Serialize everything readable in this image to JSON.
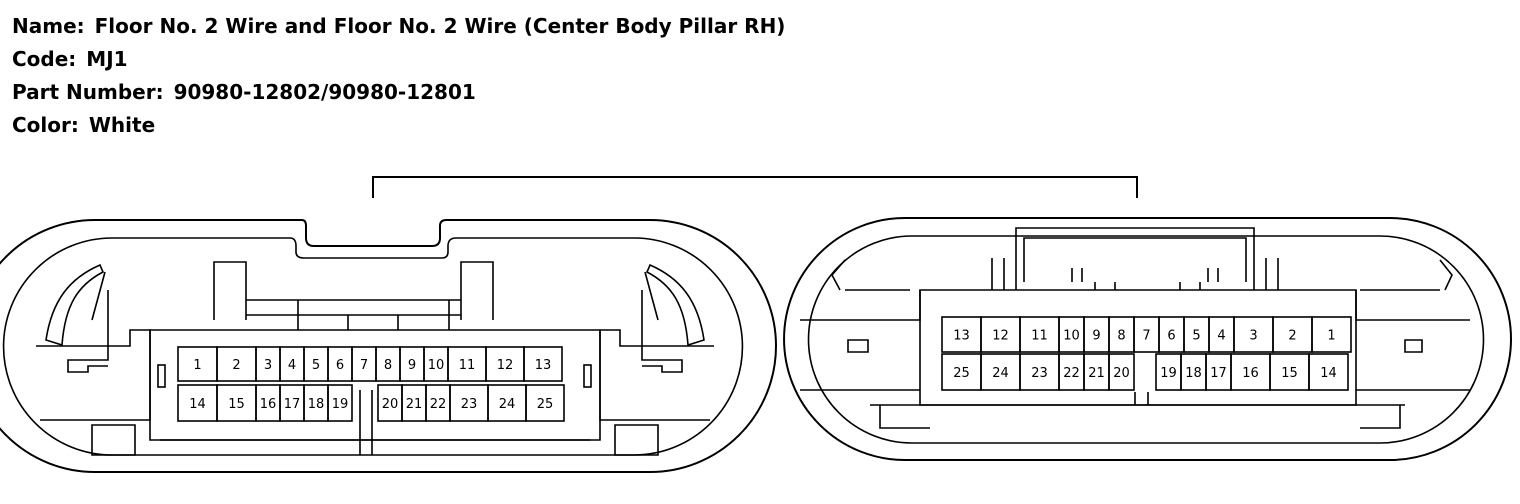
{
  "info": {
    "name_label": "Name:",
    "name_value": "Floor No. 2 Wire and Floor No. 2 Wire (Center Body Pillar RH)",
    "code_label": "Code:",
    "code_value": "MJ1",
    "part_label": "Part Number:",
    "part_value": "90980-12802/90980-12801",
    "color_label": "Color:",
    "color_value": "White"
  },
  "connector_left": {
    "top_row": [
      "1",
      "2",
      "3",
      "4",
      "5",
      "6",
      "7",
      "8",
      "9",
      "10",
      "11",
      "12",
      "13"
    ],
    "bottom_row": [
      "14",
      "15",
      "16",
      "17",
      "18",
      "19",
      "20",
      "21",
      "22",
      "23",
      "24",
      "25"
    ]
  },
  "connector_right": {
    "top_row": [
      "13",
      "12",
      "11",
      "10",
      "9",
      "8",
      "7",
      "6",
      "5",
      "4",
      "3",
      "2",
      "1"
    ],
    "bottom_row": [
      "25",
      "24",
      "23",
      "22",
      "21",
      "20",
      "19",
      "18",
      "17",
      "16",
      "15",
      "14"
    ]
  }
}
